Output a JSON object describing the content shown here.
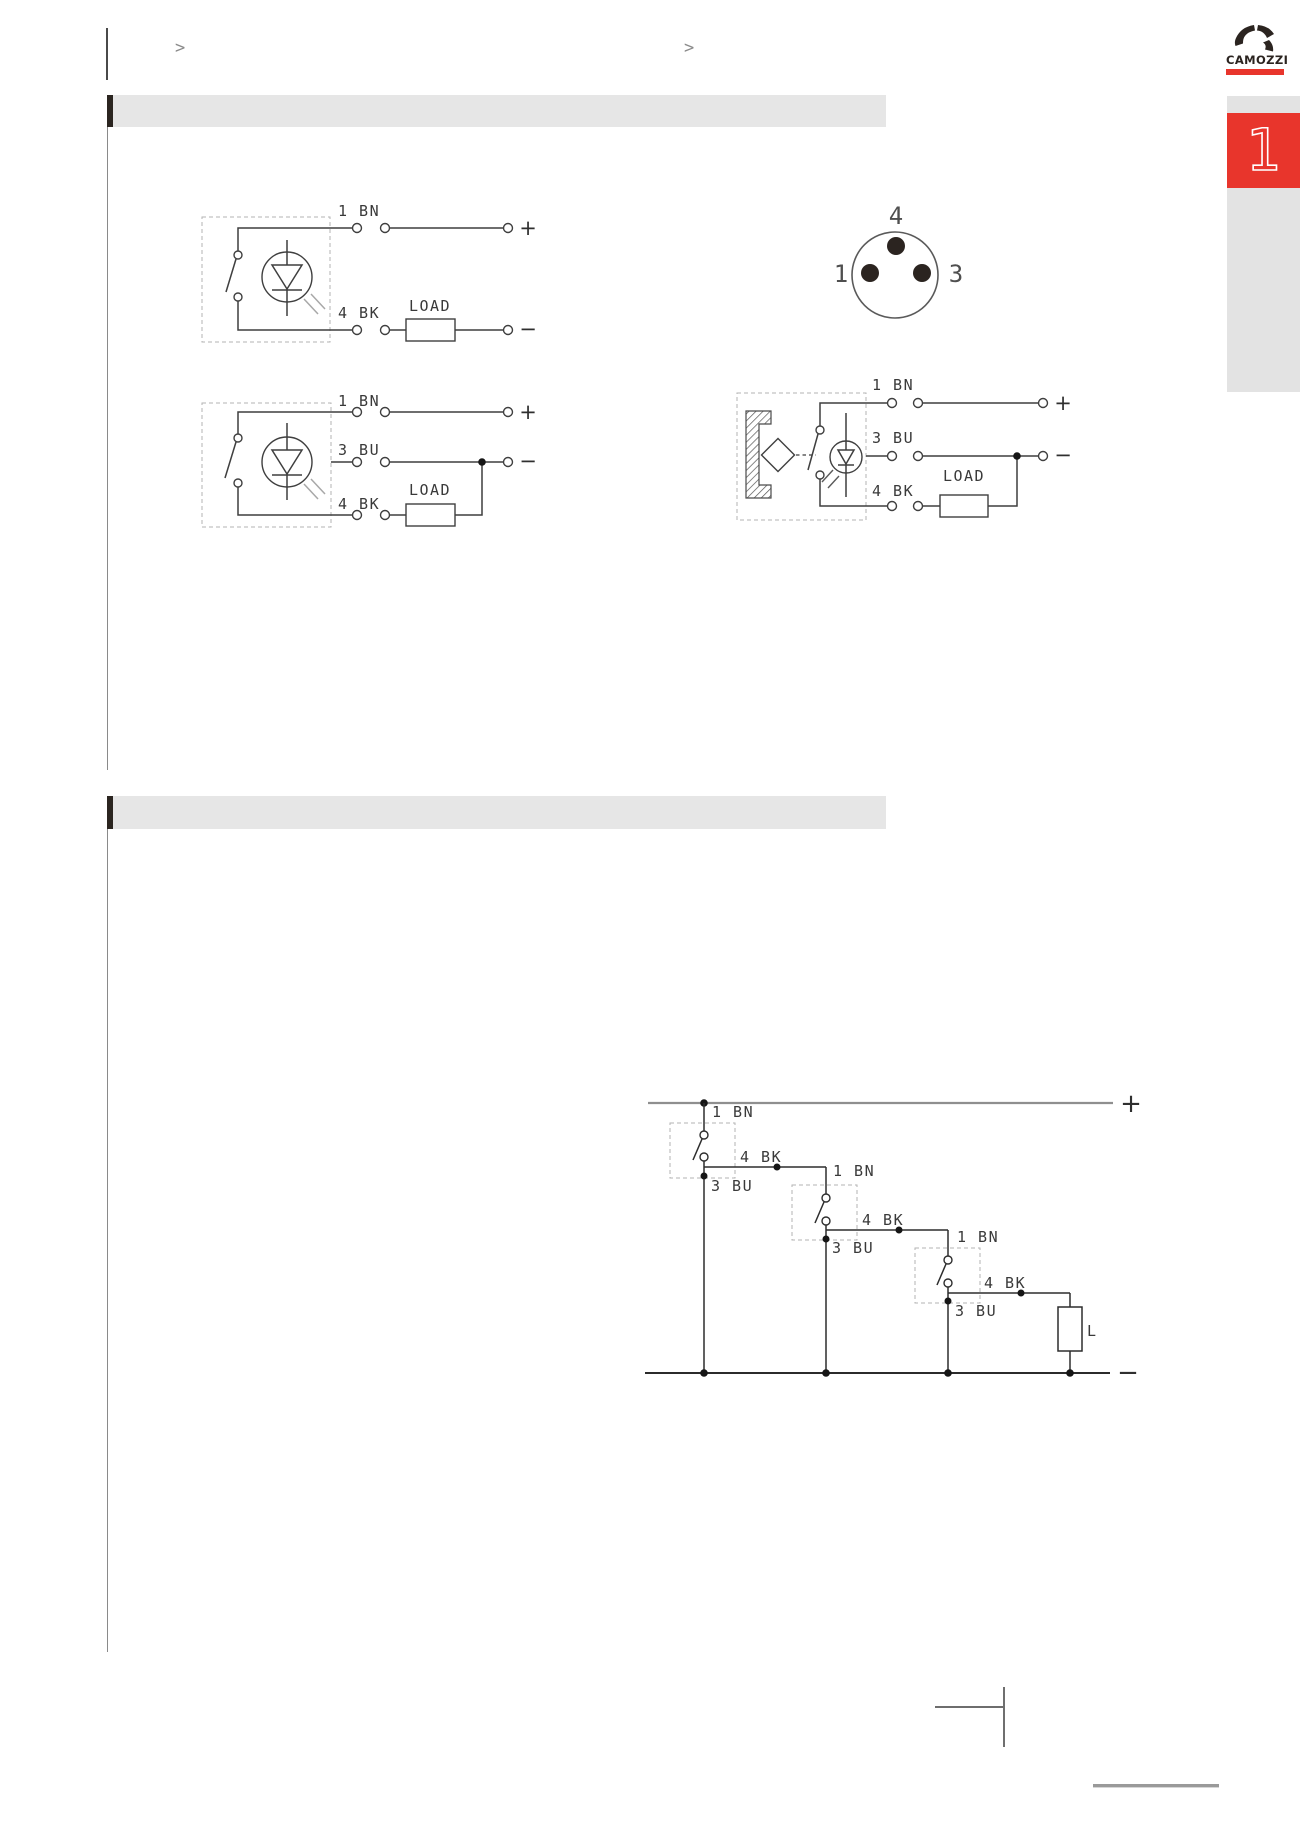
{
  "header": {
    "breadcrumb_arrow_primary": ">",
    "breadcrumb_arrow_secondary": ">"
  },
  "logo": {
    "brand": "CAMOZZI"
  },
  "side_tab": {
    "chapter_number": "1"
  },
  "connector_pinout": {
    "pin_top": "4",
    "pin_left": "1",
    "pin_right": "3"
  },
  "wiring_labels": {
    "wire_1_bn": "1 BN",
    "wire_3_bu": "3 BU",
    "wire_4_bk": "4 BK",
    "load": "LOAD",
    "load_abbrev": "L",
    "positive": "+",
    "negative": "−"
  }
}
